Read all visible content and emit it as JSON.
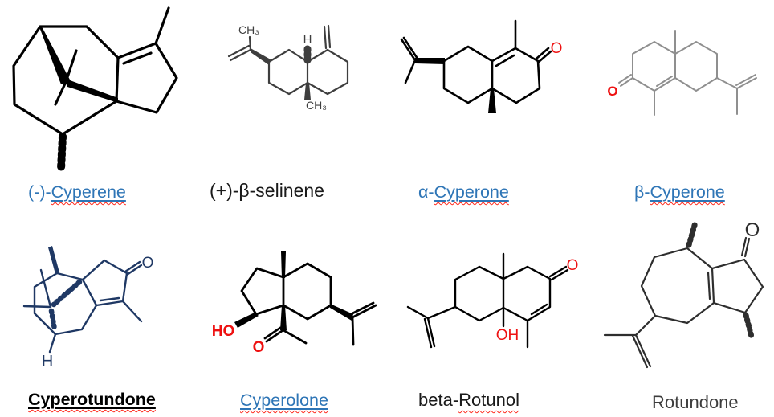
{
  "figure": {
    "background": "#ffffff",
    "title": ""
  },
  "colors": {
    "label_blue": "#2E75B6",
    "label_black": "#1a1a1a",
    "label_gray": "#3d3d3d",
    "squiggle_red": "#ff2619",
    "atom_red": "#ee1111",
    "navy": "#1f3864",
    "gray_structure": "#8f8f8f"
  },
  "compounds": [
    {
      "id": "cyperene",
      "structure_color": "#000000",
      "label": {
        "color": "#2E75B6",
        "parts": [
          {
            "text": "(-)-",
            "misspelled": false,
            "underlined": false
          },
          {
            "text": "Cyperene",
            "misspelled": true,
            "underlined": true
          }
        ]
      },
      "atoms": {}
    },
    {
      "id": "beta-selinene",
      "structure_color": "#3e3e3e",
      "label": {
        "color": "#1a1a1a",
        "parts": [
          {
            "text": "(+)-β-selinene",
            "misspelled": false,
            "underlined": false
          }
        ]
      },
      "atoms": {
        "ch3_top": "CH₃",
        "h": "H",
        "ch3_bottom": "CH₃"
      }
    },
    {
      "id": "alpha-cyperone",
      "structure_color": "#000000",
      "label": {
        "color": "#2E75B6",
        "parts": [
          {
            "text": "α-",
            "misspelled": false,
            "underlined": false
          },
          {
            "text": "Cyperone",
            "misspelled": true,
            "underlined": true
          }
        ]
      },
      "atoms": {
        "o": "O"
      }
    },
    {
      "id": "beta-cyperone",
      "structure_color": "#8f8f8f",
      "label": {
        "color": "#2E75B6",
        "parts": [
          {
            "text": "β-",
            "misspelled": false,
            "underlined": false
          },
          {
            "text": "Cyperone",
            "misspelled": true,
            "underlined": true
          }
        ]
      },
      "atoms": {
        "o": "O"
      }
    },
    {
      "id": "cyperotundone",
      "structure_color": "#1f3864",
      "label": {
        "color": "#000000",
        "bold": true,
        "parts": [
          {
            "text": "Cyperotundone",
            "misspelled": true,
            "underlined": true
          }
        ]
      },
      "atoms": {
        "o": "O",
        "h": "H"
      }
    },
    {
      "id": "cyperolone",
      "structure_color": "#000000",
      "label": {
        "color": "#2E75B6",
        "parts": [
          {
            "text": "Cyperolone",
            "misspelled": true,
            "underlined": true
          }
        ]
      },
      "atoms": {
        "ho": "HO",
        "o": "O"
      }
    },
    {
      "id": "beta-rotunol",
      "structure_color": "#000000",
      "label": {
        "color": "#1a1a1a",
        "parts": [
          {
            "text": "beta-",
            "misspelled": false,
            "underlined": false
          },
          {
            "text": "Rotunol",
            "misspelled": true,
            "underlined": false
          }
        ]
      },
      "atoms": {
        "o": "O",
        "oh": "OH"
      }
    },
    {
      "id": "rotundone",
      "structure_color": "#2e2e2e",
      "label": {
        "color": "#3d3d3d",
        "parts": [
          {
            "text": "Rotundone",
            "misspelled": false,
            "underlined": false
          }
        ]
      },
      "atoms": {
        "o": "O"
      }
    }
  ]
}
